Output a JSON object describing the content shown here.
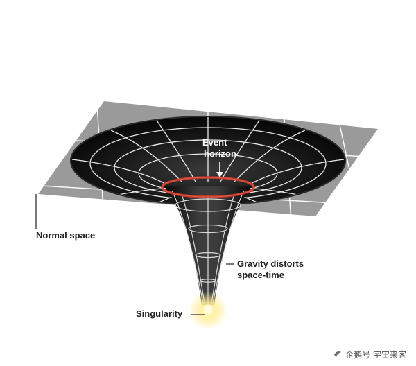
{
  "labels": {
    "event_horizon_line1": "Event",
    "event_horizon_line2": "horizon",
    "normal_space": "Normal space",
    "gravity_line1": "Gravity distorts",
    "gravity_line2": "space-time",
    "singularity": "Singularity"
  },
  "watermark": {
    "text": "企鹅号 宇宙来客",
    "icon": "penguin-logo-icon"
  },
  "colors": {
    "plane": "#9a9a9a",
    "funnel_dark": "#0c0c0c",
    "grid_lines": "#ffffff",
    "event_horizon_ring": "#c0392b",
    "singularity_glow": "#ffe680"
  }
}
